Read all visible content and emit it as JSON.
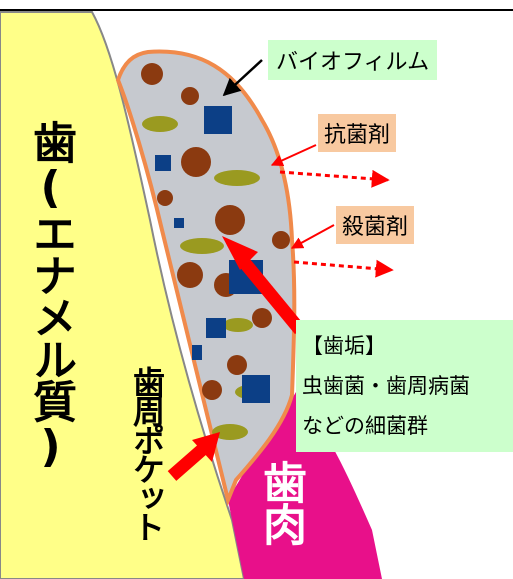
{
  "labels": {
    "biofilm": "バイオフィルム",
    "antibacterial": "抗菌剤",
    "bactericide": "殺菌剤",
    "plaque_title": "【歯垢】",
    "plaque_line1": "虫歯菌・歯周病菌",
    "plaque_line2": "などの細菌群",
    "tooth": "歯(エナメル質)",
    "pocket": "歯周ポケット",
    "gum": "歯肉"
  },
  "colors": {
    "tooth": "#ffff88",
    "gum": "#e8108a",
    "biofilm_fill": "#c6c9cf",
    "biofilm_outline": "#f08a4b",
    "bacteria_brown": "#8b3a10",
    "bacteria_olive": "#9a9a20",
    "bacteria_navy": "#0c3f86",
    "arrow_red": "#ff0000",
    "label_green": "#ccffcc",
    "label_peach": "#f8c9a0"
  }
}
